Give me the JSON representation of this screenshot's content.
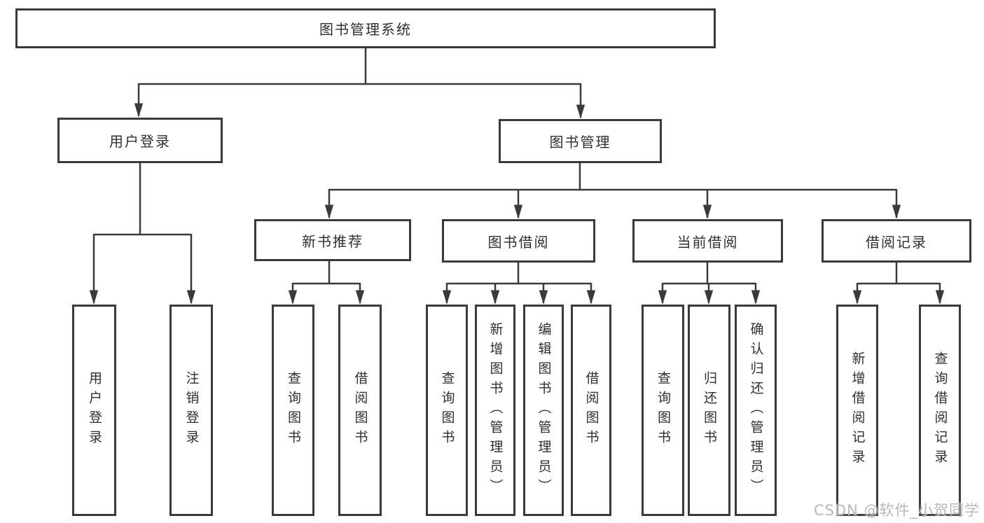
{
  "diagram": {
    "type": "tree",
    "root": {
      "label": "图书管理系统"
    },
    "level2": [
      {
        "id": "user-login",
        "label": "用户登录"
      },
      {
        "id": "book-management",
        "label": "图书管理"
      }
    ],
    "level3": [
      {
        "id": "new-book-recommend",
        "parent": "图书管理",
        "label": "新书推荐"
      },
      {
        "id": "book-borrow",
        "parent": "图书管理",
        "label": "图书借阅"
      },
      {
        "id": "current-borrow",
        "parent": "图书管理",
        "label": "当前借阅"
      },
      {
        "id": "borrow-records",
        "parent": "图书管理",
        "label": "借阅记录"
      }
    ],
    "leaves": [
      {
        "parent": "用户登录",
        "label": "用户登录"
      },
      {
        "parent": "用户登录",
        "label": "注销登录"
      },
      {
        "parent": "新书推荐",
        "label": "查询图书"
      },
      {
        "parent": "新书推荐",
        "label": "借阅图书"
      },
      {
        "parent": "图书借阅",
        "label": "查询图书"
      },
      {
        "parent": "图书借阅",
        "label": "新增图书（管理员）"
      },
      {
        "parent": "图书借阅",
        "label": "编辑图书（管理员）"
      },
      {
        "parent": "图书借阅",
        "label": "借阅图书"
      },
      {
        "parent": "当前借阅",
        "label": "查询图书"
      },
      {
        "parent": "当前借阅",
        "label": "归还图书"
      },
      {
        "parent": "当前借阅",
        "label": "确认归还（管理员）"
      },
      {
        "parent": "借阅记录",
        "label": "新增借阅记录"
      },
      {
        "parent": "借阅记录",
        "label": "查询借阅记录"
      }
    ],
    "colors": {
      "line": "#3a3a3a",
      "box_border": "#3a3a3a",
      "text": "#2f2f2f",
      "background": "#ffffff",
      "watermark": "#b9b9b9"
    }
  },
  "watermark": {
    "text": "CSDN @软件_小贺同学"
  }
}
